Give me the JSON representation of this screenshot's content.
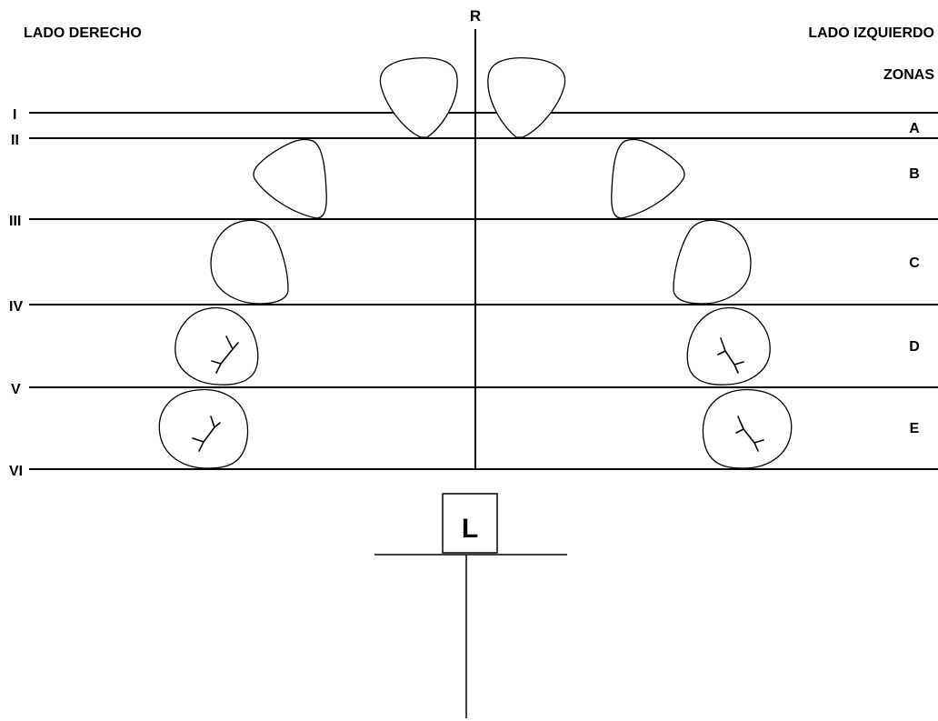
{
  "header": {
    "left_side": "LADO DERECHO",
    "right_side": "LADO IZQUIERDO",
    "top_marker": "R",
    "zones_title": "ZONAS"
  },
  "level_lines": [
    "I",
    "II",
    "III",
    "IV",
    "V",
    "VI"
  ],
  "zones": [
    "A",
    "B",
    "C",
    "D",
    "E"
  ],
  "bottom_marker": "L"
}
